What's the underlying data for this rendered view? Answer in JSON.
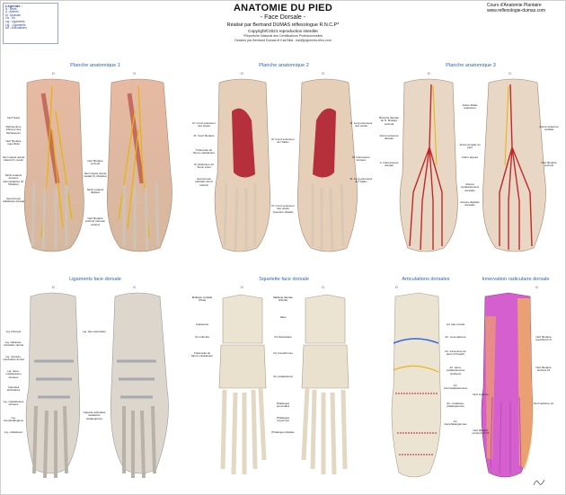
{
  "legend": {
    "title": "Légende :",
    "lines": [
      "N : Nerfs",
      "A : Artères",
      "M : Muscles",
      "Os : Os",
      "Lig : Ligaments",
      "Lig. : Ligaments",
      "Art : Articulations"
    ]
  },
  "header": {
    "title": "ANATOMIE DU PIED",
    "subtitle": "- Face Dorsale -",
    "author": "Réalisé par Bertrand DUMAS réflexologue R.N.C.P*",
    "copyright": "Copyright©2021 reproduction interdite",
    "footnote": "*Répertoire National des Certifications Professionnelles",
    "credits": "Dessins par Bertrand Dumas et Kali Bilal - kali@pigments-bleu.com"
  },
  "brand": {
    "line1": "Cours d'Anatomie Plantaire",
    "line2": "www.reflexologie-dumas.com"
  },
  "colors": {
    "panel_title": "#2a62c9",
    "nerve": "#e8b400",
    "muscle": "#b5303a",
    "artery": "#c22626",
    "joint_blue": "#2f63e0",
    "innervation": "#d55fcf"
  },
  "panels": [
    {
      "title": "Planche anatomique 1",
      "left": "D",
      "right": "G",
      "labels": [
        "Nerf Sural",
        "Rétinaculum inférieur des fléchisseurs",
        "Nerf fibulaire superficiel",
        "Nerf cutané dorsal latéral (N. sural)",
        "Nerfs cutanés dorsaux intermédiaires (N. fibulaire)",
        "Aponévrose collatérale dorsale",
        "Nerf fibulaire profond",
        "Nerf cutané dorsal médial (N. fibulaire)",
        "Nerfs cutanés digitaux",
        "Nerf fibulaire profond (rameau cutané)"
      ]
    },
    {
      "title": "Planche anatomique 2",
      "left": "D",
      "right": "G",
      "labels": [
        "M. Court extenseur des orteils",
        "M. Court fibulaire",
        "Tubérosité du 5ème métatarsien",
        "M. Abducteur du 5ème orteil",
        "Aponévrose plantaire (bord latéral)",
        "M. Court extenseur de l'hallux",
        "M. Long extenseur des orteils",
        "M. Interosseux dorsaux",
        "M. Long extenseur de l'hallux",
        "M. Court extenseur des orteils (insertion distale)"
      ]
    },
    {
      "title": "Planche anatomique 3",
      "left": "D",
      "right": "G",
      "labels": [
        "Artère tibiale antérieure",
        "Branche latérale du N. fibulaire profond",
        "Artère tarsienne latérale",
        "Artère dorsale du pied",
        "Artère arquée",
        "A. Interosseuse dorsale",
        "Artères métatarsiennes dorsales",
        "Artères digitales dorsales",
        "Artère tarsienne médiale",
        "Nerf fibulaire profond"
      ]
    },
    {
      "title": "Ligaments face dorsale",
      "left": "D",
      "right": "G",
      "labels": [
        "Lig. bifurqué",
        "Lig. calcanéo-cuboïdien dorsal",
        "Lig. cuboïdo-naviculaire dorsal",
        "Lig. tarso-métatarsiens dorsaux",
        "Capsules articulaires",
        "Lig. métatarsiens dorsaux",
        "Lig. interphalangiens",
        "Lig. collatéraux",
        "Lig. talo-naviculaire",
        "Capsule articulaire métatarso-phalangienne"
      ]
    },
    {
      "title": "Squelette face dorsale",
      "left": "D",
      "right": "G",
      "labels": [
        "Malléole latérale (Fibula)",
        "Malléole médiale (Tibia)",
        "Talus",
        "Calcanéus",
        "Os Cuboïde",
        "Os Naviculaire",
        "Os Cunéiformes",
        "Tubérosité du 5ème métatarsien",
        "Os métatarsiens",
        "Phalanges proximales",
        "Phalanges moyennes",
        "Phalanges distales"
      ]
    },
    {
      "title": "Articulations dorsales",
      "left": "D",
      "right": "G",
      "labels": [
        "Art. talo-crurale",
        "Art. sous-talienne",
        "Art. transverse du tarse (Chopart)",
        "Art. tarso-métatarsiennes (Lisfranc)",
        "Art. intermétatarsiennes",
        "Art. métatarso-phalangiennes",
        "Art. interphalangiennes"
      ]
    },
    {
      "title": "Innervation radiculaire dorsale",
      "left": "D",
      "right": "G",
      "labels": [
        "Nerf fibulaire superficiel L5",
        "Nerf fibulaire profond L5",
        "Nerf sural S1",
        "Nerf saphène L4",
        "Nerf fibulaire profond L5 S1"
      ]
    }
  ]
}
